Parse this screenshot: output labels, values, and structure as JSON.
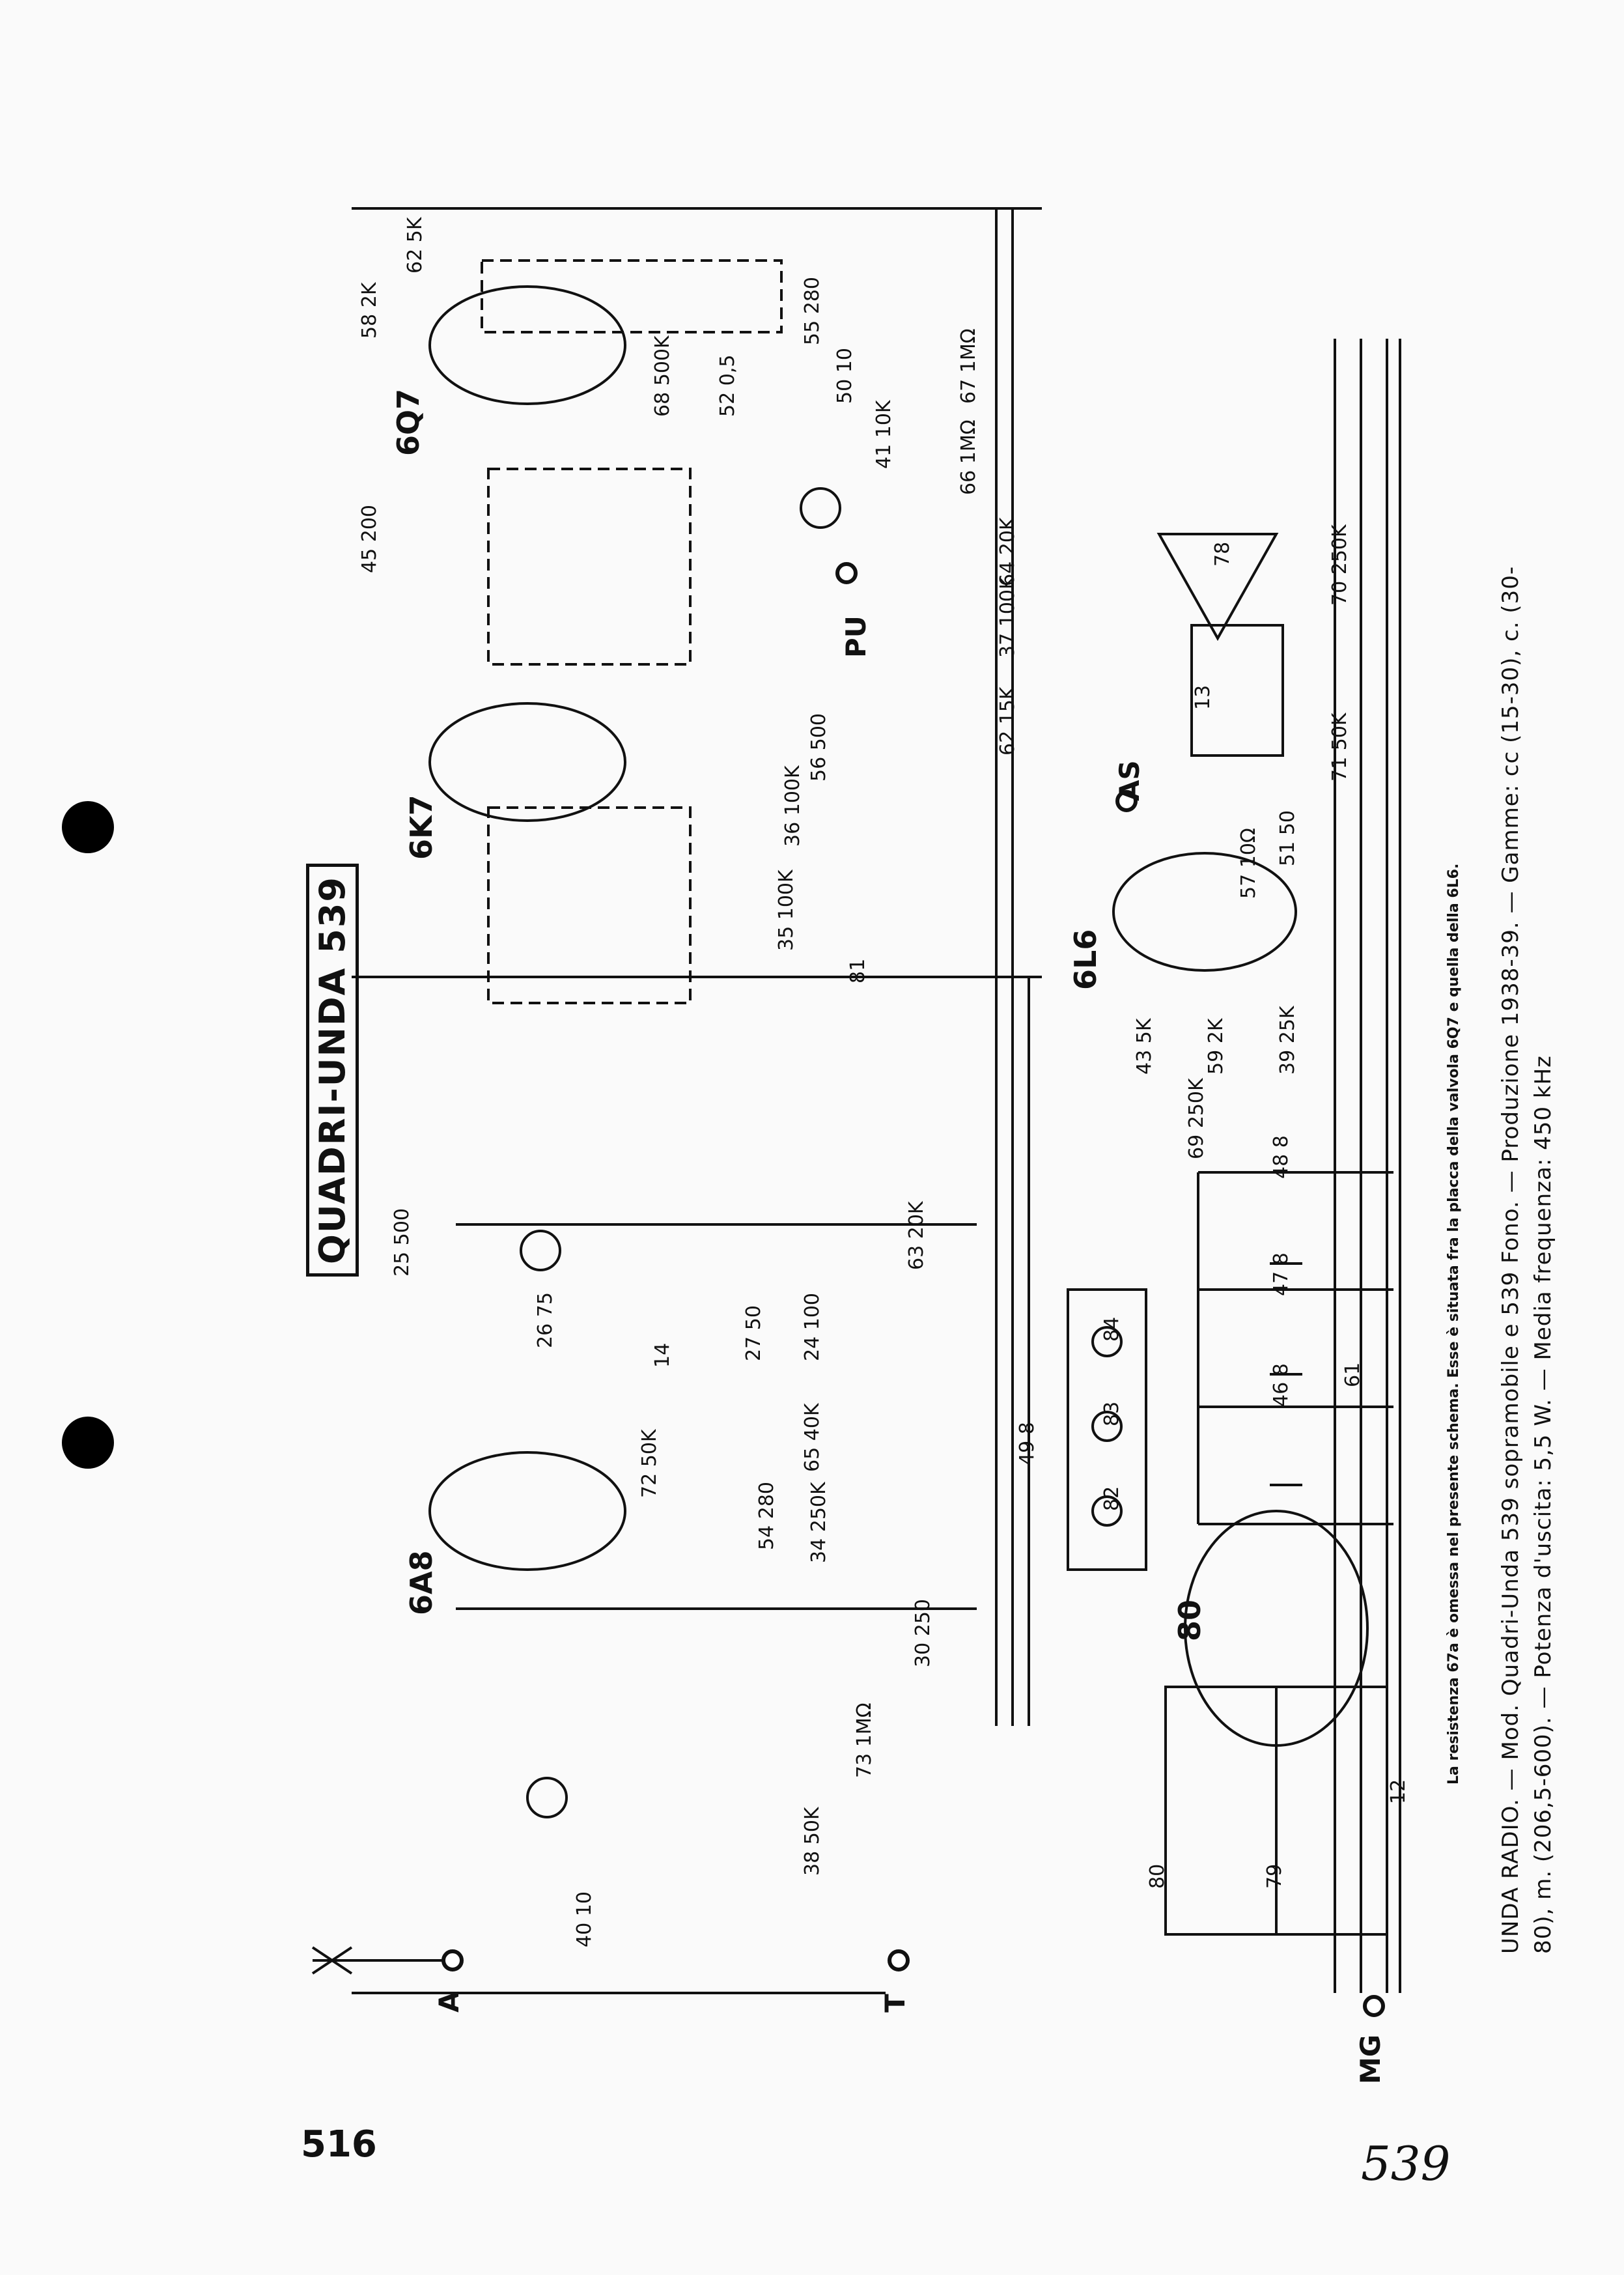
{
  "title": "QUADRI-UNDA 539",
  "page_number": "516",
  "handwritten_number": "539",
  "caption_note": "La resistenza 67a è omessa nel presente schema. Esse è situata fra la placca della valvola 6Q7 e quella della 6L6.",
  "caption_line1": "UNDA RADIO. — Mod. Quadri-Unda 539 sopramobile e 539 Fono. — Produzione 1938-39. — Gamme: cc (15-30), c. (30-",
  "caption_line2": "80), m. (206,5-600). — Potenza d'uscita: 5,5 W. — Media frequenza: 450 kHz",
  "tubes": [
    "6A8",
    "6K7",
    "6Q7",
    "6L6",
    "80"
  ],
  "terminals": [
    "A",
    "T",
    "PU",
    "AS",
    "MG"
  ],
  "components": [
    {
      "ref": "58",
      "value": "2K"
    },
    {
      "ref": "62",
      "value": "5K"
    },
    {
      "ref": "68",
      "value": "500K"
    },
    {
      "ref": "52",
      "value": "0,5"
    },
    {
      "ref": "55",
      "value": "280"
    },
    {
      "ref": "50",
      "value": "10"
    },
    {
      "ref": "67",
      "value": "1MΩ"
    },
    {
      "ref": "66",
      "value": "1MΩ"
    },
    {
      "ref": "41",
      "value": "10K"
    },
    {
      "ref": "45",
      "value": "200"
    },
    {
      "ref": "64",
      "value": "20K"
    },
    {
      "ref": "37",
      "value": "100K"
    },
    {
      "ref": "62",
      "value": "15K"
    },
    {
      "ref": "56",
      "value": "500"
    },
    {
      "ref": "36",
      "value": "100K"
    },
    {
      "ref": "35",
      "value": "100K"
    },
    {
      "ref": "81",
      "value": ""
    },
    {
      "ref": "25",
      "value": "500"
    },
    {
      "ref": "26",
      "value": "75"
    },
    {
      "ref": "14",
      "value": ""
    },
    {
      "ref": "27",
      "value": "50"
    },
    {
      "ref": "24",
      "value": "100"
    },
    {
      "ref": "63",
      "value": "20K"
    },
    {
      "ref": "65",
      "value": "40K"
    },
    {
      "ref": "72",
      "value": "50K"
    },
    {
      "ref": "54",
      "value": "280"
    },
    {
      "ref": "34",
      "value": "250K"
    },
    {
      "ref": "49",
      "value": "8"
    },
    {
      "ref": "30",
      "value": "250"
    },
    {
      "ref": "73",
      "value": "1MΩ"
    },
    {
      "ref": "38",
      "value": "50K"
    },
    {
      "ref": "40",
      "value": "10"
    },
    {
      "ref": "43",
      "value": "5K"
    },
    {
      "ref": "59",
      "value": "2K"
    },
    {
      "ref": "39",
      "value": "25K"
    },
    {
      "ref": "69",
      "value": "250K"
    },
    {
      "ref": "48",
      "value": "8"
    },
    {
      "ref": "47",
      "value": "8"
    },
    {
      "ref": "46",
      "value": "8"
    },
    {
      "ref": "57",
      "value": "10Ω"
    },
    {
      "ref": "51",
      "value": "50"
    },
    {
      "ref": "71",
      "value": "50K"
    },
    {
      "ref": "70",
      "value": "250K"
    },
    {
      "ref": "13",
      "value": ""
    },
    {
      "ref": "78",
      "value": ""
    },
    {
      "ref": "82",
      "value": ""
    },
    {
      "ref": "83",
      "value": ""
    },
    {
      "ref": "84",
      "value": ""
    },
    {
      "ref": "79",
      "value": ""
    },
    {
      "ref": "80",
      "value": ""
    },
    {
      "ref": "12",
      "value": ""
    },
    {
      "ref": "61",
      "value": ""
    }
  ]
}
